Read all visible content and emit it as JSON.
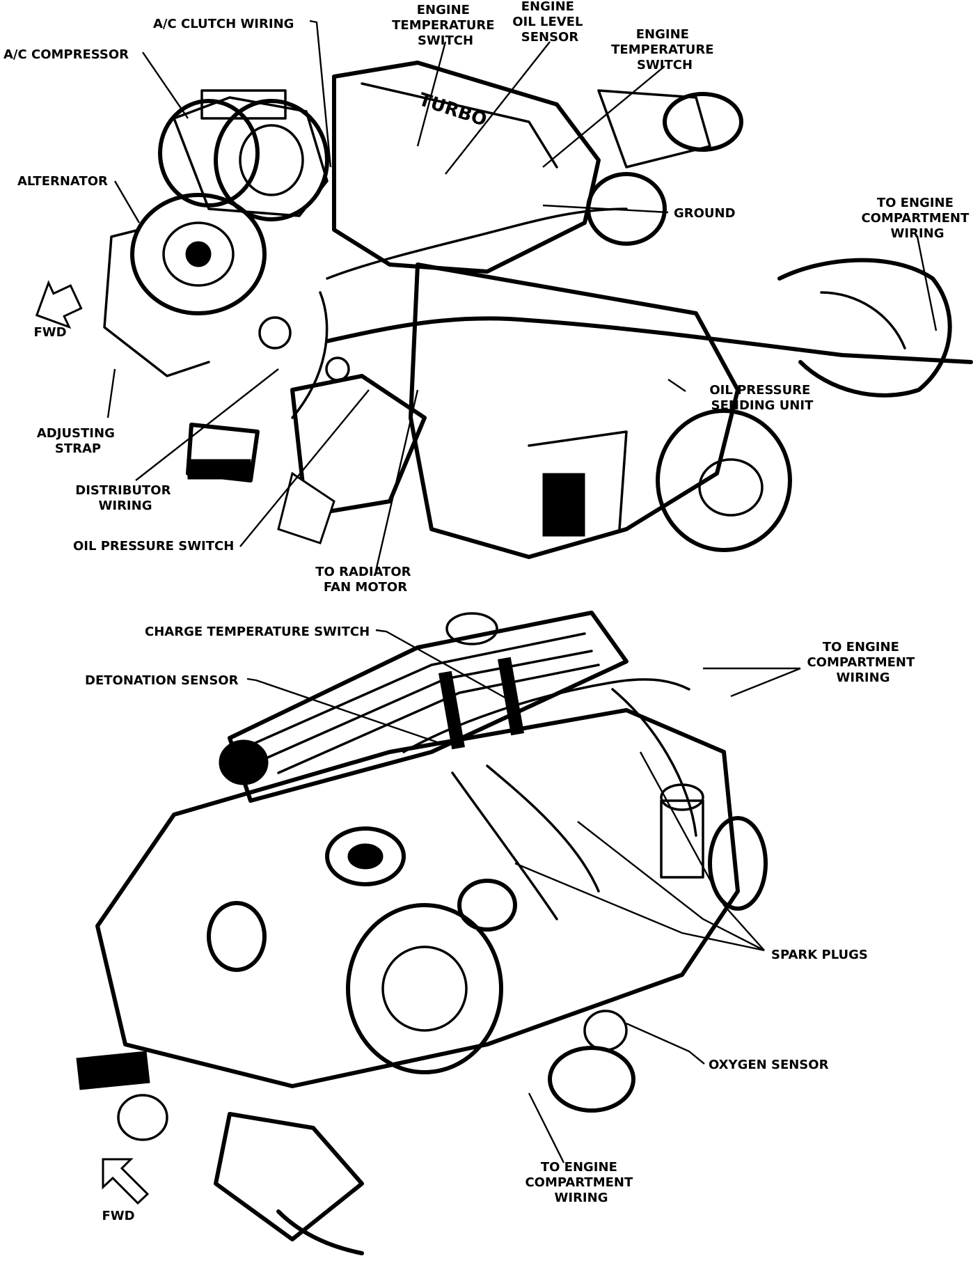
{
  "top_engine": {
    "labels": {
      "ac_clutch_wiring": [
        "A/C CLUTCH WIRING"
      ],
      "engine_temp_switch_1": [
        "ENGINE",
        "TEMPERATURE",
        "SWITCH"
      ],
      "engine_oil_level_sensor": [
        "ENGINE",
        "OIL LEVEL",
        "SENSOR"
      ],
      "engine_temp_switch_2": [
        "ENGINE",
        "TEMPERATURE",
        "SWITCH"
      ],
      "ac_compressor": [
        "A/C COMPRESSOR"
      ],
      "alternator": [
        "ALTERNATOR"
      ],
      "ground": [
        "GROUND"
      ],
      "to_engine_compartment_wiring": [
        "TO ENGINE",
        "COMPARTMENT",
        "WIRING"
      ],
      "fwd": [
        "FWD"
      ],
      "oil_pressure_sending_unit": [
        "OIL PRESSURE",
        "SENDING UNIT"
      ],
      "adjusting_strap": [
        "ADJUSTING",
        "STRAP"
      ],
      "distributor_wiring": [
        "DISTRIBUTOR",
        "WIRING"
      ],
      "oil_pressure_switch": [
        "OIL PRESSURE SWITCH"
      ],
      "to_radiator_fan_motor": [
        "TO RADIATOR",
        "FAN MOTOR"
      ]
    },
    "valve_cover_text": "TURBO"
  },
  "bottom_engine": {
    "labels": {
      "charge_temperature_switch": [
        "CHARGE TEMPERATURE SWITCH"
      ],
      "detonation_sensor": [
        "DETONATION SENSOR"
      ],
      "to_engine_compartment_wiring_top": [
        "TO ENGINE",
        "COMPARTMENT",
        "WIRING"
      ],
      "spark_plugs": [
        "SPARK PLUGS"
      ],
      "oxygen_sensor": [
        "OXYGEN SENSOR"
      ],
      "to_engine_compartment_wiring_bottom": [
        "TO ENGINE",
        "COMPARTMENT",
        "WIRING"
      ],
      "fwd": [
        "FWD"
      ]
    }
  }
}
